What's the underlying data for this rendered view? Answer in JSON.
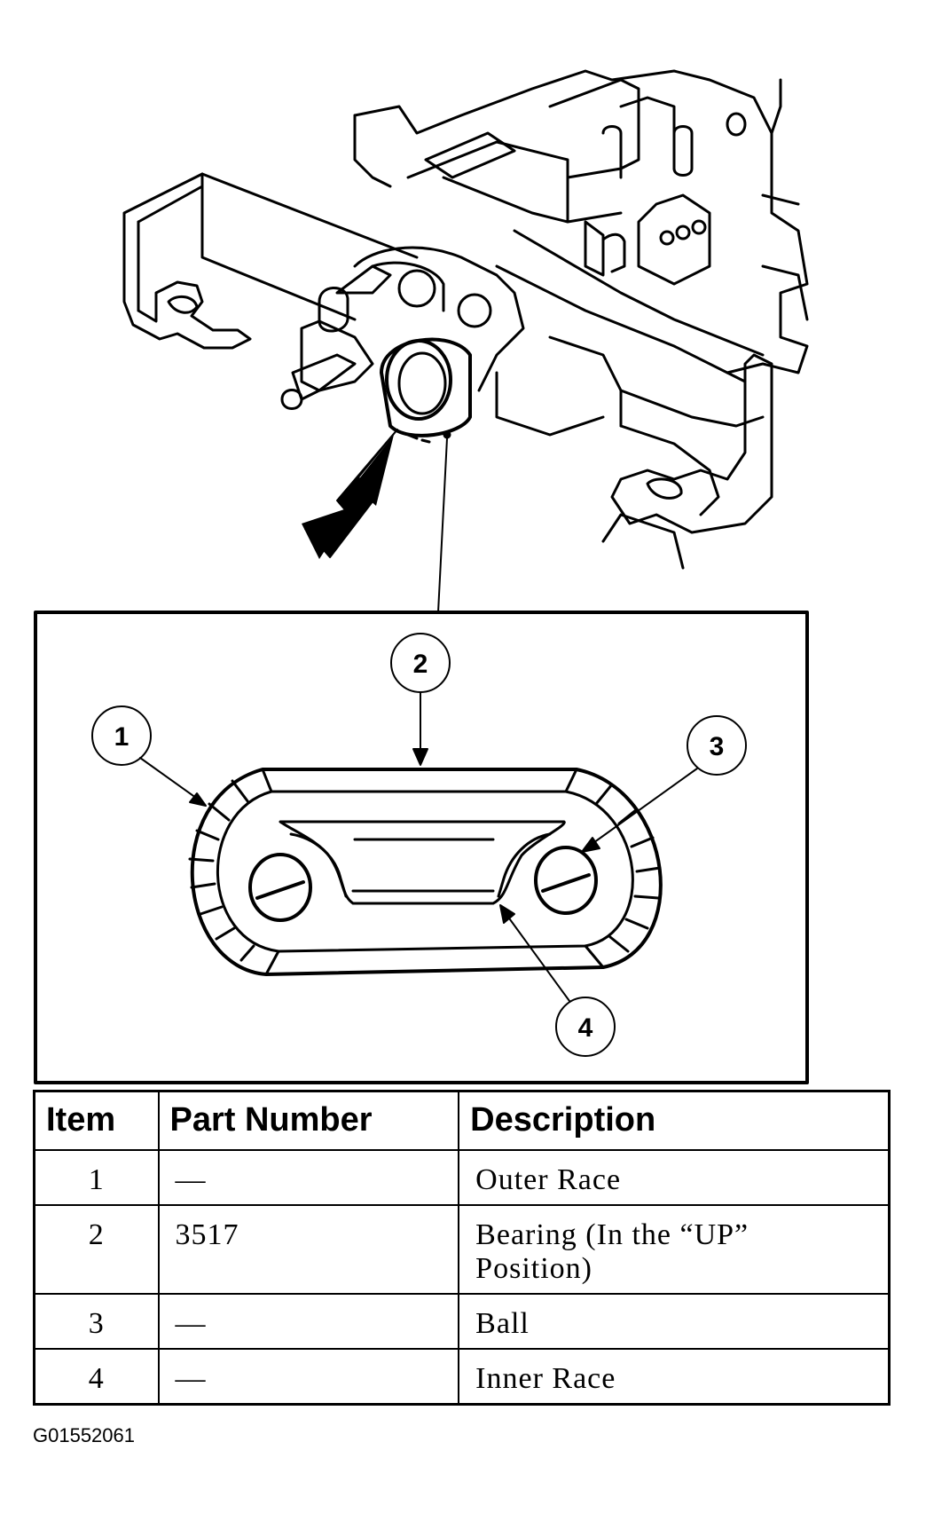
{
  "callouts": [
    "1",
    "2",
    "3",
    "4"
  ],
  "table": {
    "headers": [
      "Item",
      "Part Number",
      "Description"
    ],
    "rows": [
      {
        "item": "1",
        "part_number": "—",
        "description": "Outer Race"
      },
      {
        "item": "2",
        "part_number": "3517",
        "description": "Bearing (In the “UP” Position)"
      },
      {
        "item": "3",
        "part_number": "—",
        "description": "Ball"
      },
      {
        "item": "4",
        "part_number": "—",
        "description": "Inner Race"
      }
    ]
  },
  "figure_id": "G01552061"
}
